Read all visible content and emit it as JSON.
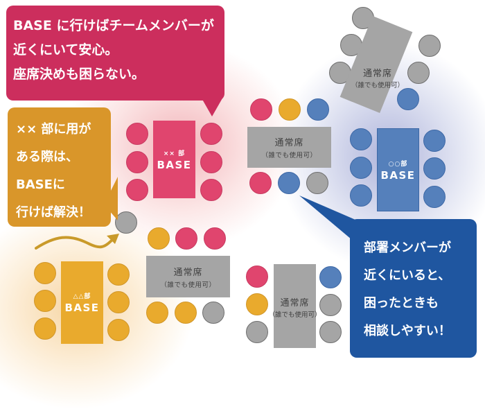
{
  "colors": {
    "pink": "#e0456e",
    "pink_callout": "#cc2e5d",
    "gold": "#e9aa2d",
    "gold_callout": "#d9962a",
    "blue": "#5580bb",
    "blue_callout": "#1f56a0",
    "gray": "#a5a5a5"
  },
  "callouts": {
    "pink": {
      "lines": [
        "BASE に行けばチームメンバーが",
        "近くにいて安心。",
        "座席決めも困らない。"
      ]
    },
    "gold": {
      "lines": [
        "×× 部に用が",
        "ある際は、",
        "BASEに",
        "行けば解決！"
      ]
    },
    "blue": {
      "lines": [
        "部署メンバーが",
        "近くにいると、",
        "困ったときも",
        "相談しやすい！"
      ]
    }
  },
  "base_tables": {
    "pink": {
      "dept": "×× 部",
      "label": "BASE"
    },
    "blue": {
      "dept": "○○部",
      "label": "BASE"
    },
    "gold": {
      "dept": "△△部",
      "label": "BASE"
    }
  },
  "common_tables": [
    {
      "title": "通常席",
      "subtitle": "（誰でも使用可）"
    },
    {
      "title": "通常席",
      "subtitle": "（誰でも使用可）"
    },
    {
      "title": "通常席",
      "subtitle": "（誰でも使用可）"
    },
    {
      "title": "通常席",
      "subtitle": "（誰でも使用可）"
    }
  ]
}
